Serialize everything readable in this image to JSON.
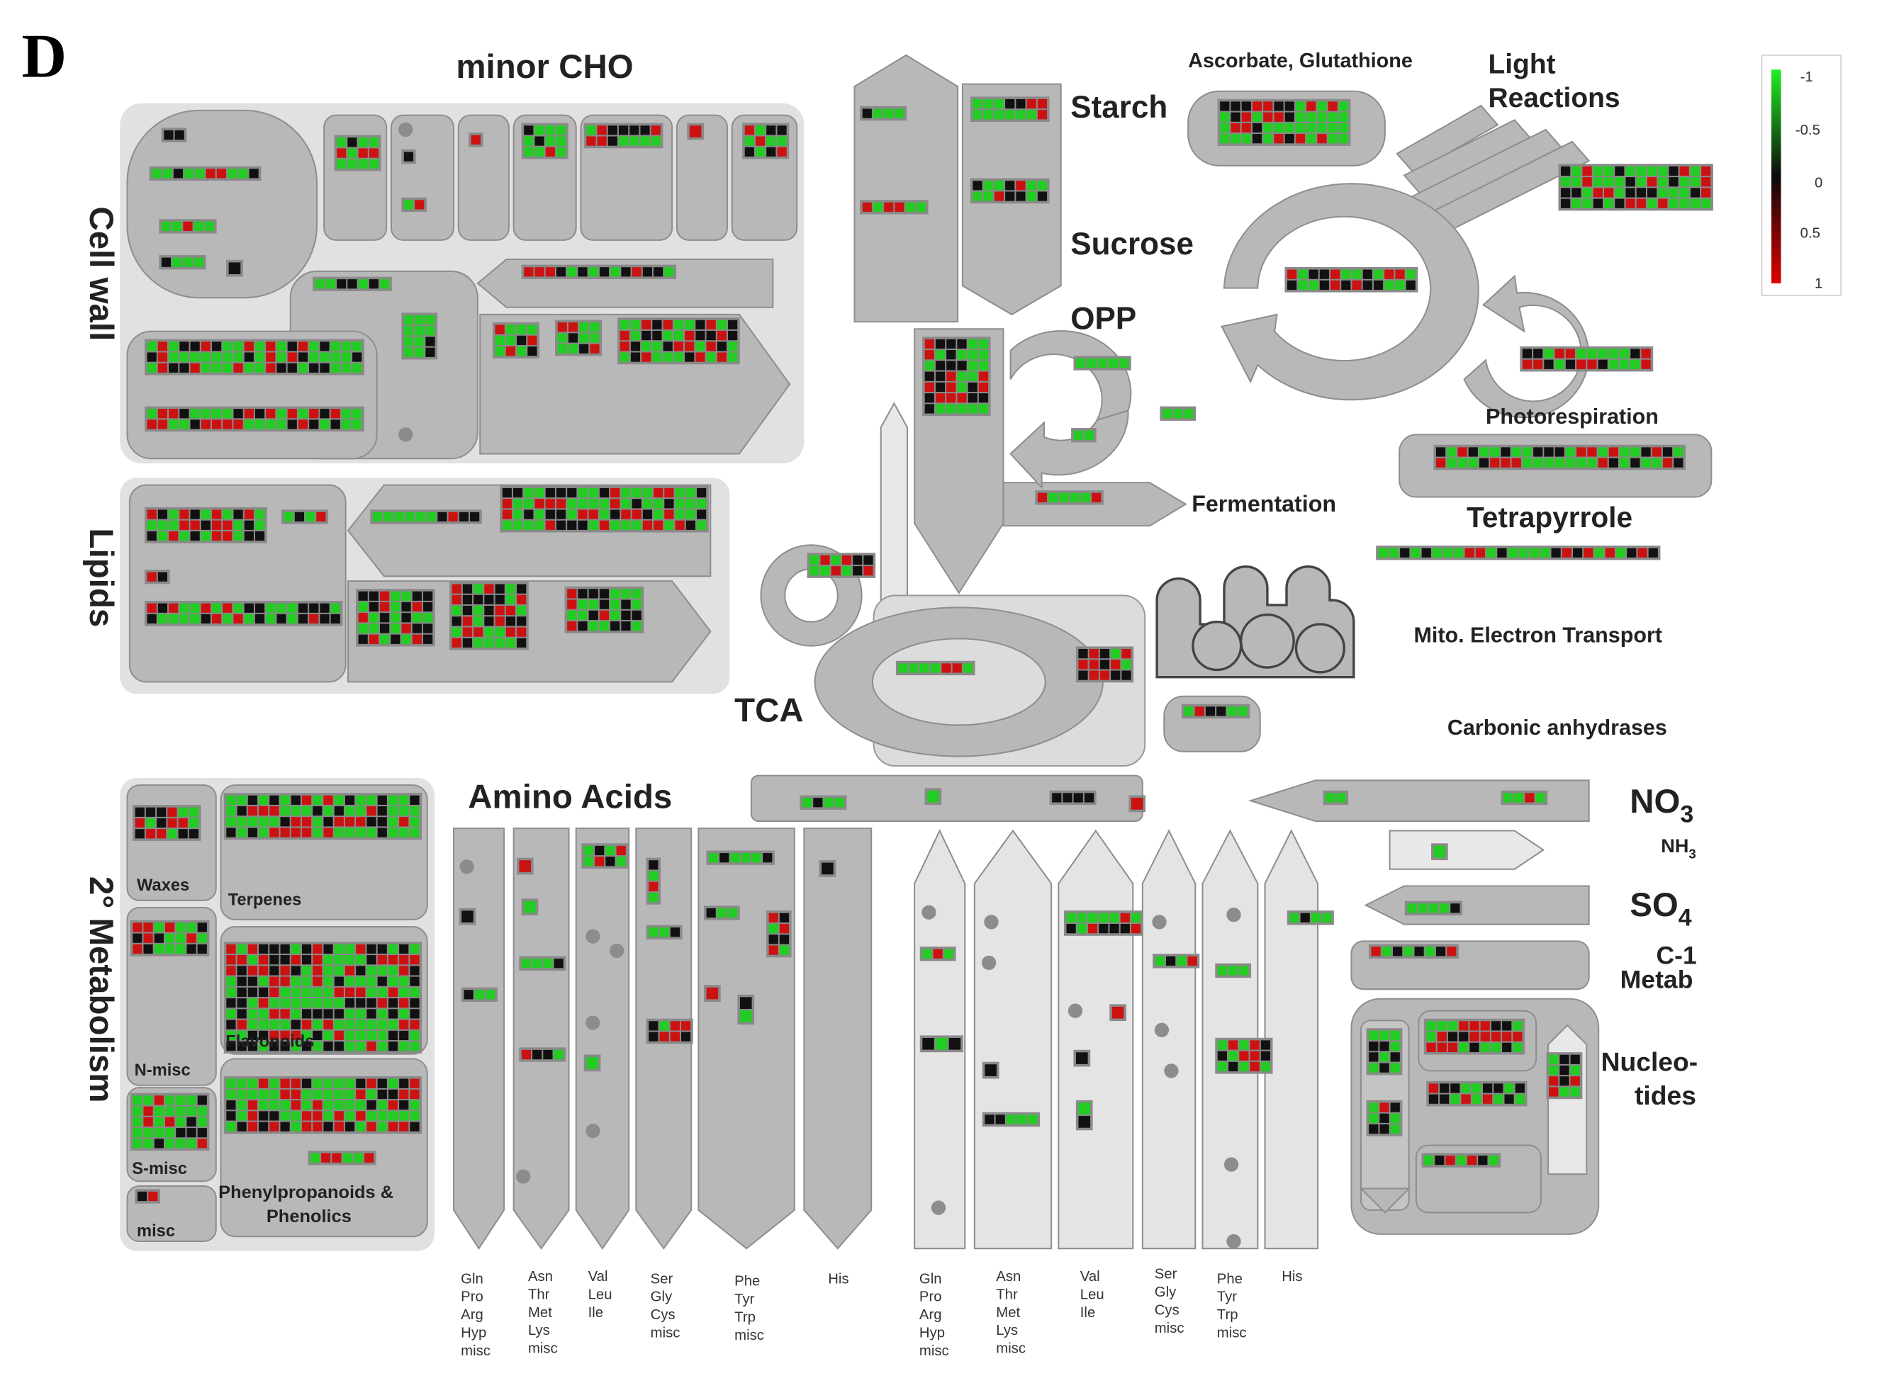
{
  "panel_letter": "D",
  "colors": {
    "up": "#22cc22",
    "down": "#cc1111",
    "neutral": "#111111",
    "shape_fill": "#b7b7b7",
    "panel_fill": "#dedede"
  },
  "legend": {
    "ticks": [
      "-1",
      "-0.5",
      "0",
      "0.5",
      "1"
    ],
    "gradient": [
      "#22ee22",
      "#0a0a0a",
      "#dd0000"
    ]
  },
  "labels": {
    "minor_cho": "minor CHO",
    "cell_wall": "Cell wall",
    "lipids": "Lipids",
    "secondary_metabolism": "2° Metabolism",
    "starch": "Starch",
    "sucrose": "Sucrose",
    "opp": "OPP",
    "fermentation": "Fermentation",
    "tca": "TCA",
    "ascorbate": "Ascorbate, Glutathione",
    "light_reactions_1": "Light",
    "light_reactions_2": "Reactions",
    "photorespiration": "Photorespiration",
    "tetrapyrrole": "Tetrapyrrole",
    "mito": "Mito. Electron Transport",
    "carbonic": "Carbonic anhydrases",
    "amino_acids": "Amino Acids",
    "no3": "NO",
    "no3_sub": "3",
    "nh3": "NH",
    "nh3_sub": "3",
    "so4": "SO",
    "so4_sub": "4",
    "c1_1": "C-1",
    "c1_2": "Metab",
    "nucleo_1": "Nucleo-",
    "nucleo_2": "tides",
    "waxes": "Waxes",
    "terpenes": "Terpenes",
    "flavonoids": "Flavonoids",
    "n_misc": "N-misc",
    "s_misc": "S-misc",
    "misc": "misc",
    "phenyl_1": "Phenylpropanoids &",
    "phenyl_2": "Phenolics"
  },
  "amino_groups": [
    "Gln\nPro\nArg\nHyp\nmisc",
    "Asn\nThr\nMet\nLys\nmisc",
    "Val\nLeu\nIle",
    "Ser\nGly\nCys\nmisc",
    "Phe\nTyr\nTrp\nmisc",
    "His"
  ]
}
